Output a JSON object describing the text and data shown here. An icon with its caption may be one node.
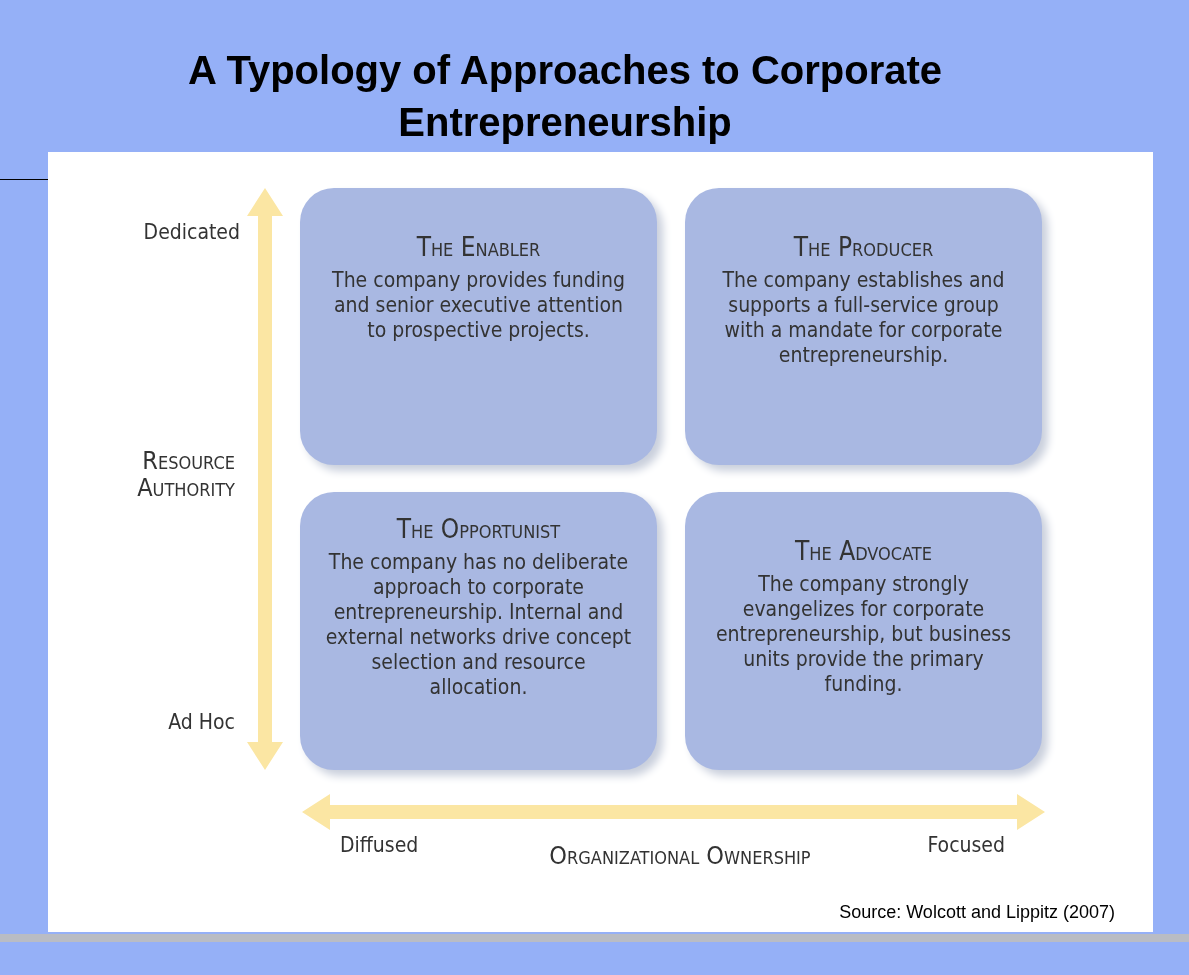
{
  "diagram": {
    "title": "A Typology of Approaches to Corporate Entrepreneurship",
    "nodes": [
      {
        "text": [
          "The Enabler",
          "The company provides funding and senior executive attention to prospective projects."
        ]
      },
      {
        "text": [
          "The Producer",
          "The company establishes and supports a full-service group with a mandate for corporate entrepreneurship."
        ]
      },
      {
        "text": [
          "The Opportunist",
          "The company has no deliberate approach to corporate entrepreneurship. Internal and external networks drive concept selection and resource allocation."
        ]
      },
      {
        "text": [
          "The Advocate",
          "The company strongly evangelizes for corporate entrepreneurship, but business units provide the primary funding."
        ]
      }
    ],
    "labels": [
      "Dedicated",
      "Resource Authority",
      "Ad Hoc",
      "Diffused",
      "Organizational Ownership",
      "Focused",
      "Source: Wolcott and Lippitz (2007)"
    ]
  }
}
